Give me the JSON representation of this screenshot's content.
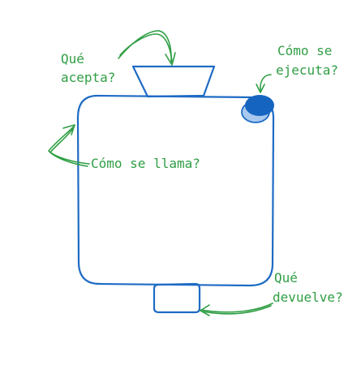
{
  "colors": {
    "box_stroke": "#1e6bc4",
    "button_fill": "#1565c0",
    "button_shadow": "#a8c8ee",
    "annotation": "#2f9e44"
  },
  "labels": {
    "que_acepta_line1": "Qué",
    "que_acepta_line2": "acepta?",
    "como_se_ejecuta_line1": "Cómo se",
    "como_se_ejecuta_line2": "ejecuta?",
    "como_se_llama": "Cómo se llama?",
    "que_devuelve_line1": "Qué",
    "que_devuelve_line2": "devuelve?"
  }
}
